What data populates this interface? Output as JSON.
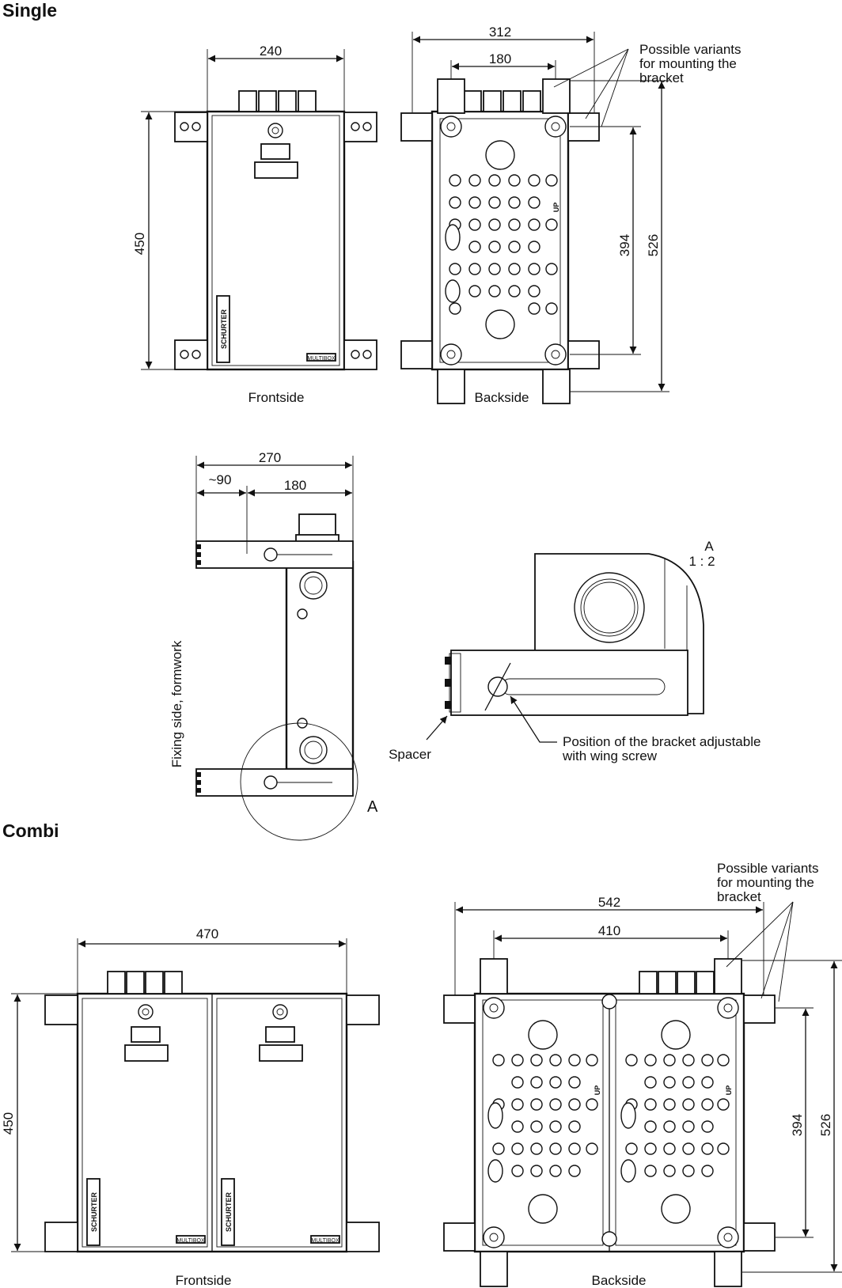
{
  "sections": {
    "single": "Single",
    "combi": "Combi"
  },
  "single": {
    "front": {
      "caption": "Frontside",
      "width": "240",
      "height": "450",
      "brand": "SCHURTER",
      "badge": "MULTIBOX"
    },
    "back": {
      "caption": "Backside",
      "width_outer": "312",
      "width_inner": "180",
      "height_inner": "394",
      "height_outer": "526",
      "up_label": "UP",
      "note": [
        "Possible variants",
        "for mounting the",
        "bracket"
      ]
    },
    "side": {
      "overall": "270",
      "approx": "~90",
      "depth": "180",
      "rotated_label": "Fixing side, formwork",
      "detail_marker": "A"
    },
    "detail": {
      "title": "A",
      "scale": "1 : 2",
      "spacer": "Spacer",
      "wing_note": [
        "Position of the bracket adjustable",
        "with wing screw"
      ]
    }
  },
  "combi": {
    "front": {
      "caption": "Frontside",
      "width": "470",
      "height": "450",
      "brand": "SCHURTER",
      "badge": "MULTIBOX"
    },
    "back": {
      "caption": "Backside",
      "width_outer": "542",
      "width_inner": "410",
      "height_inner": "394",
      "height_outer": "526",
      "up_label": "UP",
      "note": [
        "Possible variants",
        "for mounting the",
        "bracket"
      ]
    }
  }
}
